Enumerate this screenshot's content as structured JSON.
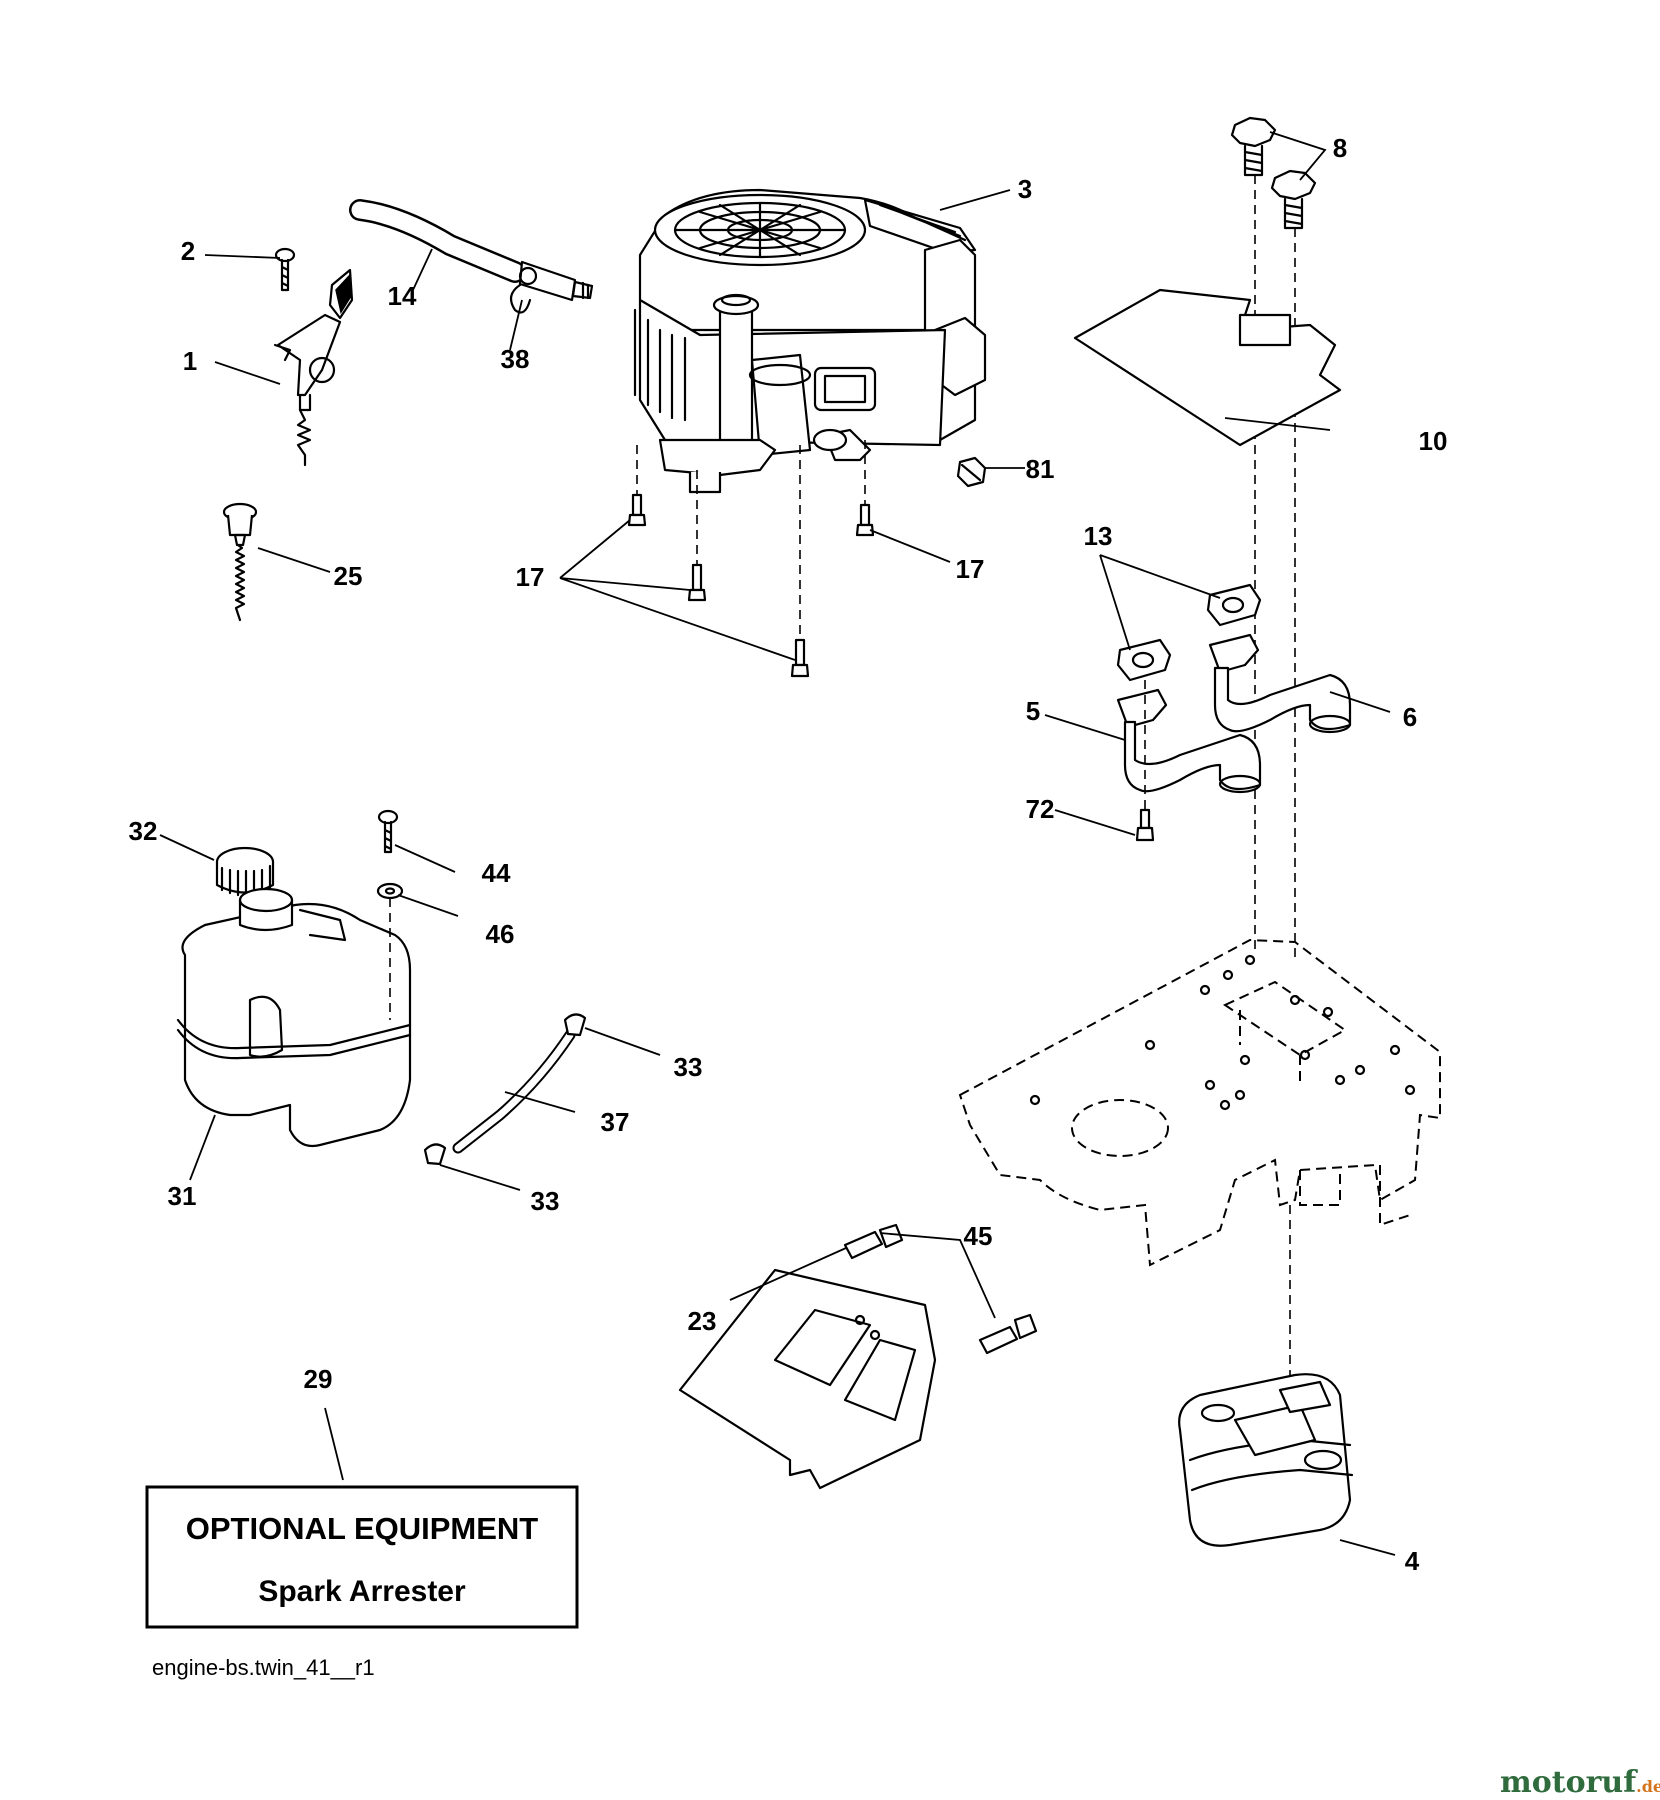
{
  "diagram": {
    "callouts": {
      "c1": "1",
      "c2": "2",
      "c3": "3",
      "c4": "4",
      "c5": "5",
      "c6": "6",
      "c8": "8",
      "c10": "10",
      "c13": "13",
      "c14": "14",
      "c17a": "17",
      "c17b": "17",
      "c23": "23",
      "c25": "25",
      "c29": "29",
      "c31": "31",
      "c32": "32",
      "c33a": "33",
      "c33b": "33",
      "c37": "37",
      "c38": "38",
      "c44": "44",
      "c45": "45",
      "c46": "46",
      "c72": "72",
      "c81": "81"
    },
    "optional_box": {
      "line1": "OPTIONAL EQUIPMENT",
      "line2": "Spark Arrester"
    },
    "file_reference": "engine-bs.twin_41__r1",
    "watermark": {
      "main": "motoruf",
      "suffix": ".de",
      "main_color": "#2f6b3c",
      "accent_color": "#d4741c"
    }
  }
}
